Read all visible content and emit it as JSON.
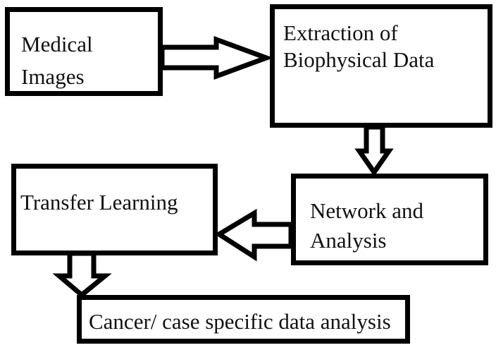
{
  "diagram": {
    "type": "flowchart",
    "nodes": [
      {
        "id": "medical-images",
        "lines": [
          "Medical",
          "Images"
        ]
      },
      {
        "id": "extraction",
        "lines": [
          "Extraction of",
          "Biophysical Data"
        ]
      },
      {
        "id": "network",
        "lines": [
          "Network and",
          "Analysis"
        ]
      },
      {
        "id": "transfer",
        "lines": [
          "Transfer Learning"
        ]
      },
      {
        "id": "cancer",
        "lines": [
          "Cancer/ case specific data analysis"
        ]
      }
    ],
    "edges": [
      {
        "from": "medical-images",
        "to": "extraction",
        "direction": "right"
      },
      {
        "from": "extraction",
        "to": "network",
        "direction": "down"
      },
      {
        "from": "network",
        "to": "transfer",
        "direction": "left"
      },
      {
        "from": "transfer",
        "to": "cancer",
        "direction": "down"
      }
    ]
  }
}
